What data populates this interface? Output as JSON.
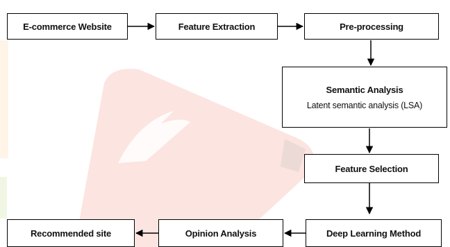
{
  "diagram": {
    "nodes": {
      "ecommerce": {
        "label": "E-commerce Website"
      },
      "feature_extraction": {
        "label": "Feature Extraction"
      },
      "preprocessing": {
        "label": "Pre-processing"
      },
      "semantic": {
        "label": "Semantic Analysis",
        "detail": "Latent semantic analysis (LSA)"
      },
      "feature_selection": {
        "label": "Feature Selection"
      },
      "deep_learning": {
        "label": "Deep Learning Method"
      },
      "opinion": {
        "label": "Opinion Analysis"
      },
      "recommended": {
        "label": "Recommended site"
      }
    },
    "edges": [
      [
        "ecommerce",
        "feature_extraction"
      ],
      [
        "feature_extraction",
        "preprocessing"
      ],
      [
        "preprocessing",
        "semantic"
      ],
      [
        "semantic",
        "feature_selection"
      ],
      [
        "feature_selection",
        "deep_learning"
      ],
      [
        "deep_learning",
        "opinion"
      ],
      [
        "opinion",
        "recommended"
      ]
    ]
  },
  "colors": {
    "box_border": "#000000",
    "box_fill": "#ffffff",
    "text": "#111111",
    "watermark_red": "#e8402e",
    "watermark_orange": "#f7a23a",
    "watermark_green": "#a6d46a"
  },
  "watermark": {
    "icon": "open-book-logo-icon"
  }
}
